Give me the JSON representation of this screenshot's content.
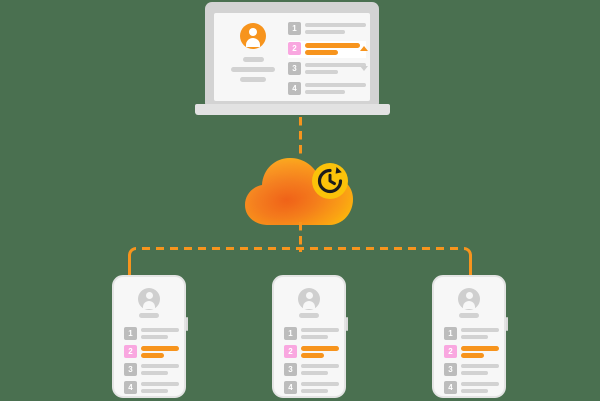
{
  "meta": {
    "background_color": "#4a7050",
    "accent_orange": "#f7941d",
    "accent_pink": "#f9a7e0",
    "grey": "#d2d2d2",
    "title": "Cloud backup and restore sync diagram"
  },
  "laptop": {
    "label": "laptop-device",
    "avatar_color": "#f7941d",
    "side_lines": [
      21,
      44,
      26
    ],
    "rows": [
      {
        "number": "1",
        "badge_color": "#bcbcbc",
        "highlighted": false,
        "bars": [
          {
            "width": 61,
            "color": "#d2d2d2"
          },
          {
            "width": 40,
            "color": "#d2d2d2"
          }
        ],
        "caret": "none"
      },
      {
        "number": "2",
        "badge_color": "#f9a7e0",
        "highlighted": true,
        "bars": [
          {
            "width": 55,
            "color": "#f7941d"
          },
          {
            "width": 33,
            "color": "#f7941d"
          }
        ],
        "caret": "up"
      },
      {
        "number": "3",
        "badge_color": "#bcbcbc",
        "highlighted": false,
        "bars": [
          {
            "width": 61,
            "color": "#d2d2d2"
          },
          {
            "width": 33,
            "color": "#d2d2d2"
          }
        ],
        "caret": "down"
      },
      {
        "number": "4",
        "badge_color": "#bcbcbc",
        "highlighted": false,
        "bars": [
          {
            "width": 61,
            "color": "#d2d2d2"
          },
          {
            "width": 40,
            "color": "#d2d2d2"
          }
        ],
        "caret": "none"
      }
    ]
  },
  "cloud": {
    "label": "cloud-storage",
    "badge_icon": "restore-clock-icon",
    "badge_color": "#fbc20a",
    "gradient_from": "#fbb040",
    "gradient_mid": "#f26d21",
    "gradient_to": "#fdc500"
  },
  "connectors": {
    "top_line": "dashed-vertical-laptop-to-cloud",
    "bottom_line": "dashed-vertical-cloud-to-bus",
    "bus": "dashed-branch-bus",
    "color": "#f7941d"
  },
  "phones": [
    {
      "label": "phone-device-left",
      "rows": [
        {
          "number": "1",
          "badge_color": "#bcbcbc",
          "bars": [
            {
              "width": 38,
              "color": "#d2d2d2"
            },
            {
              "width": 27,
              "color": "#d2d2d2"
            }
          ]
        },
        {
          "number": "2",
          "badge_color": "#f9a7e0",
          "bars": [
            {
              "width": 38,
              "color": "#f7941d"
            },
            {
              "width": 23,
              "color": "#f7941d"
            }
          ]
        },
        {
          "number": "3",
          "badge_color": "#bcbcbc",
          "bars": [
            {
              "width": 38,
              "color": "#d2d2d2"
            },
            {
              "width": 27,
              "color": "#d2d2d2"
            }
          ]
        },
        {
          "number": "4",
          "badge_color": "#bcbcbc",
          "bars": [
            {
              "width": 38,
              "color": "#d2d2d2"
            },
            {
              "width": 27,
              "color": "#d2d2d2"
            }
          ]
        }
      ]
    },
    {
      "label": "phone-device-center",
      "rows": [
        {
          "number": "1",
          "badge_color": "#bcbcbc",
          "bars": [
            {
              "width": 38,
              "color": "#d2d2d2"
            },
            {
              "width": 27,
              "color": "#d2d2d2"
            }
          ]
        },
        {
          "number": "2",
          "badge_color": "#f9a7e0",
          "bars": [
            {
              "width": 38,
              "color": "#f7941d"
            },
            {
              "width": 23,
              "color": "#f7941d"
            }
          ]
        },
        {
          "number": "3",
          "badge_color": "#bcbcbc",
          "bars": [
            {
              "width": 38,
              "color": "#d2d2d2"
            },
            {
              "width": 27,
              "color": "#d2d2d2"
            }
          ]
        },
        {
          "number": "4",
          "badge_color": "#bcbcbc",
          "bars": [
            {
              "width": 38,
              "color": "#d2d2d2"
            },
            {
              "width": 27,
              "color": "#d2d2d2"
            }
          ]
        }
      ]
    },
    {
      "label": "phone-device-right",
      "rows": [
        {
          "number": "1",
          "badge_color": "#bcbcbc",
          "bars": [
            {
              "width": 38,
              "color": "#d2d2d2"
            },
            {
              "width": 27,
              "color": "#d2d2d2"
            }
          ]
        },
        {
          "number": "2",
          "badge_color": "#f9a7e0",
          "bars": [
            {
              "width": 38,
              "color": "#f7941d"
            },
            {
              "width": 23,
              "color": "#f7941d"
            }
          ]
        },
        {
          "number": "3",
          "badge_color": "#bcbcbc",
          "bars": [
            {
              "width": 38,
              "color": "#d2d2d2"
            },
            {
              "width": 27,
              "color": "#d2d2d2"
            }
          ]
        },
        {
          "number": "4",
          "badge_color": "#bcbcbc",
          "bars": [
            {
              "width": 38,
              "color": "#d2d2d2"
            },
            {
              "width": 27,
              "color": "#d2d2d2"
            }
          ]
        }
      ]
    }
  ]
}
